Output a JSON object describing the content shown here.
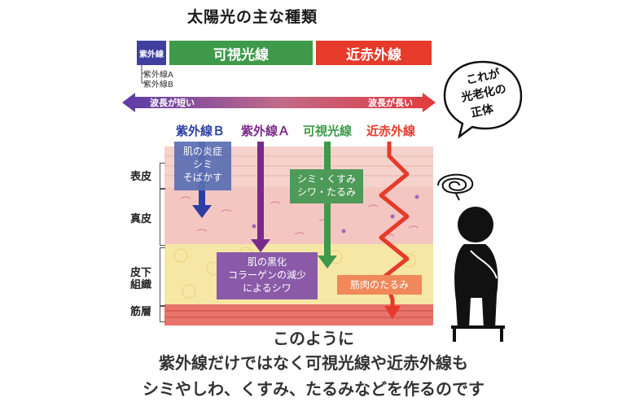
{
  "title": "太陽光の主な種類",
  "bands": {
    "uv": "紫外線",
    "visible": "可視光線",
    "nir": "近赤外線"
  },
  "uv_sub": [
    "紫外線A",
    "紫外線B"
  ],
  "wavelength": {
    "short": "波長が短い",
    "long": "波長が長い"
  },
  "radiation": {
    "uvb": "紫外線Ｂ",
    "uva": "紫外線Ａ",
    "visible": "可視光線",
    "nir": "近赤外線",
    "colors": {
      "uvb": "#2c3fa0",
      "uva": "#7a2a8a",
      "visible": "#3e9a4a",
      "nir": "#e63a2a"
    }
  },
  "layers": {
    "epidermis": "表皮",
    "dermis": "真皮",
    "subcutis": "皮下\n組織",
    "muscle": "筋層"
  },
  "effects": {
    "uvb": [
      "肌の炎症",
      "シミ",
      "そばかす"
    ],
    "visible": [
      "シミ・くすみ",
      "シワ・たるみ"
    ],
    "uva": [
      "肌の黒化",
      "コラーゲンの減少",
      "によるシワ"
    ],
    "nir": "筋肉のたるみ"
  },
  "bubble": [
    "これが",
    "光老化の",
    "正体"
  ],
  "bottom": [
    "このように",
    "紫外線だけではなく可視光線や近赤外線も",
    "シミやしわ、くすみ、たるみなどを作るのです"
  ]
}
